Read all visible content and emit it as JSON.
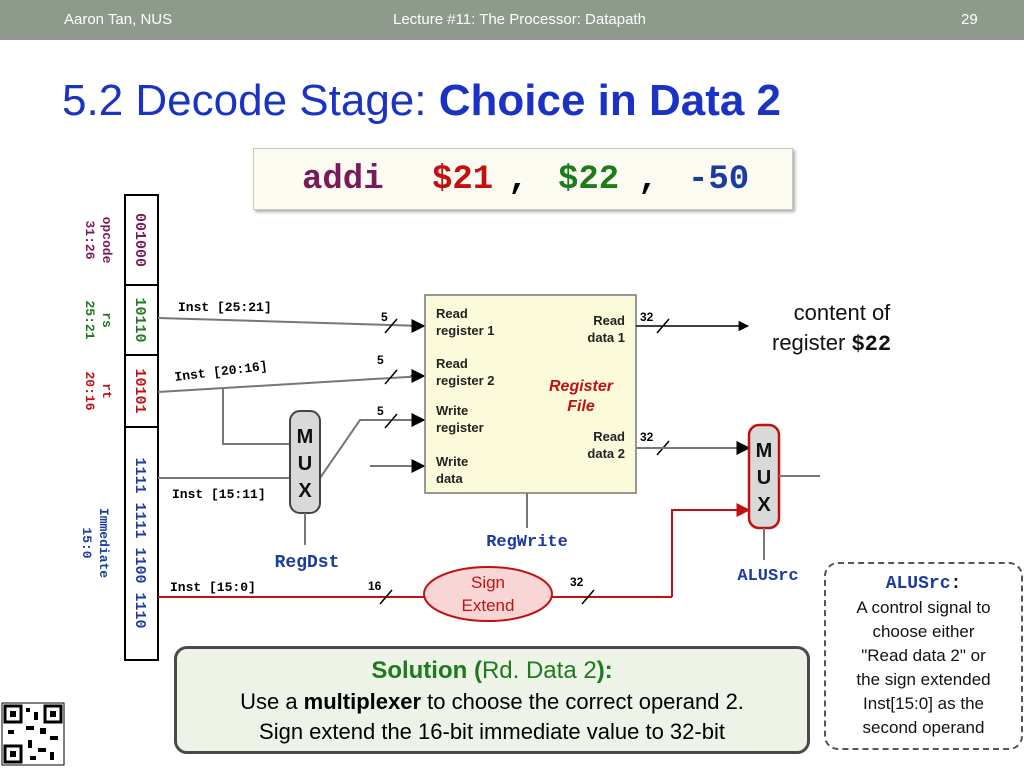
{
  "header": {
    "author": "Aaron Tan, NUS",
    "lecture": "Lecture #11: The Processor: Datapath",
    "page": "29"
  },
  "title": {
    "prefix": "5.2 Decode Stage: ",
    "emphasis": "Choice in Data 2"
  },
  "instruction": {
    "op": "addi",
    "rt": "$21",
    "sep1": ",",
    "rs": "$22",
    "sep2": ",",
    "imm": "-50"
  },
  "fields": [
    {
      "bits": "001000",
      "name": "opcode",
      "range": "31:26",
      "color": "#7a1a5a"
    },
    {
      "bits": "10110",
      "name": "rs",
      "range": "25:21",
      "color": "#1d7a1d"
    },
    {
      "bits": "10101",
      "name": "rt",
      "range": "20:16",
      "color": "#c01010"
    },
    {
      "bits": "1111 1111 1100 1110",
      "name": "Immediate",
      "range": "15:0",
      "color": "#1b3aa2"
    }
  ],
  "wire_labels": {
    "inst_25_21": "Inst [25:21]",
    "inst_20_16": "Inst [20:16]",
    "inst_15_11": "Inst [15:11]",
    "inst_15_0": "Inst [15:0]",
    "w5a": "5",
    "w5b": "5",
    "w5c": "5",
    "w32a": "32",
    "w32b": "32",
    "w32c": "32",
    "w16": "16"
  },
  "register_file": {
    "title_line1": "Register",
    "title_line2": "File",
    "read_reg1": [
      "Read",
      "register 1"
    ],
    "read_reg2": [
      "Read",
      "register 2"
    ],
    "write_reg": [
      "Write",
      "register"
    ],
    "write_data": [
      "Write",
      "data"
    ],
    "read_data1": [
      "Read",
      "data 1"
    ],
    "read_data2": [
      "Read",
      "data 2"
    ]
  },
  "mux": {
    "letters": [
      "M",
      "U",
      "X"
    ]
  },
  "controls": {
    "regdst": "RegDst",
    "regwrite": "RegWrite",
    "alusrc": "ALUSrc"
  },
  "sign_extend": [
    "Sign",
    "Extend"
  ],
  "content_note": {
    "line1": "content of",
    "line2": "register ",
    "reg": "$22"
  },
  "alusrc_note": {
    "heading": "ALUSrc",
    "colon": ":",
    "lines": [
      "A control signal to",
      "choose either",
      "\"Read data 2\" or",
      "the sign extended",
      "Inst[15:0] as the",
      "second operand"
    ]
  },
  "solution": {
    "label": "Solution (",
    "paren_text": "Rd. Data 2",
    "label_end": "):",
    "line2_pre": "Use a ",
    "line2_bold": "multiplexer",
    "line2_post": " to choose the correct operand 2.",
    "line3": "Sign extend the 16-bit immediate value to 32-bit"
  },
  "colors": {
    "header_bg": "#8d9a8c",
    "title": "#1b33c4",
    "regfile_bg": "#fbfbdc",
    "sign_extend_bg": "#f9d6d6",
    "red_wire": "#c01010",
    "control_blue": "#1b3aa2",
    "solution_green": "#1d7a1d"
  }
}
